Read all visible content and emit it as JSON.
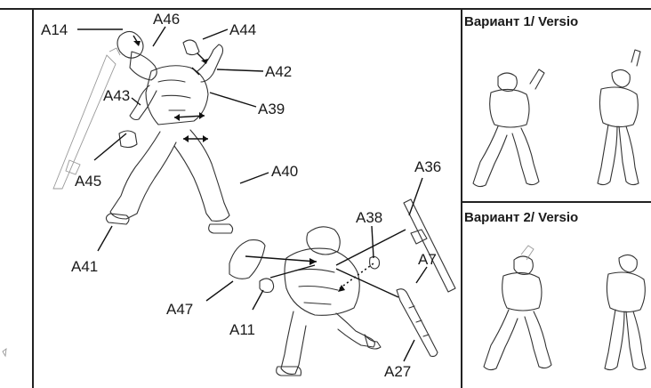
{
  "labels": {
    "a14": "A14",
    "a46": "A46",
    "a44": "A44",
    "a42": "A42",
    "a43": "A43",
    "a39": "A39",
    "a45": "A45",
    "a40": "A40",
    "a41": "A41",
    "a36": "A36",
    "a38": "A38",
    "a7": "A7",
    "a47": "A47",
    "a11": "A11",
    "a27": "A27"
  },
  "variants": {
    "variant1_title": "Вариант 1/ Versio",
    "variant2_title": "Вариант 2/ Versio"
  }
}
